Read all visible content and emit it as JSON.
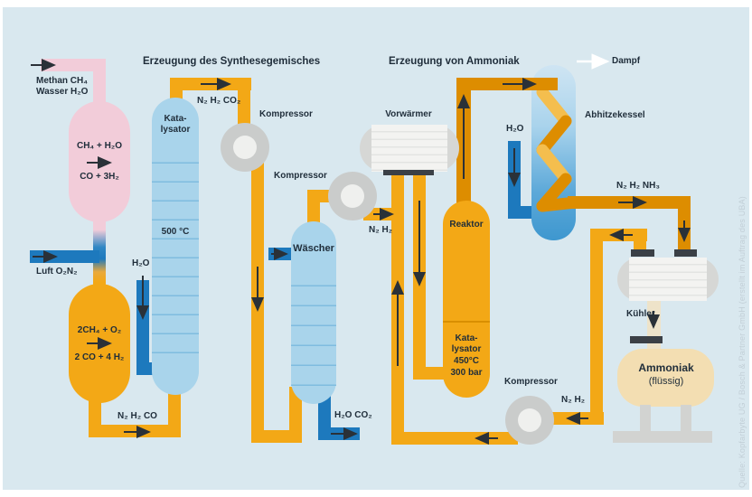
{
  "titles": {
    "synthesis": "Erzeugung des Synthesegemisches",
    "ammonia": "Erzeugung von Ammoniak"
  },
  "labels": {
    "methan": "Methan CH₄",
    "wasser": "Wasser H₂O",
    "luft": "Luft O₂N₂",
    "reformer_eq_top": "CH₄ + H₂O",
    "reformer_eq_bottom": "CO + 3H₂",
    "partialox_eq_top": "2CH₄ + O₂",
    "partialox_eq_bottom": "2 CO + 4 H₂",
    "katalysator_1": "Kata-",
    "katalysator_2": "lysator",
    "katalysator_temp": "500 °C",
    "h2o": "H₂O",
    "syngas_co": "N₂ H₂ CO",
    "syngas_co2": "N₂ H₂ CO₂",
    "kompressor": "Kompressor",
    "waescher": "Wäscher",
    "h2o_co2": "H₂O CO₂",
    "n2_h2": "N₂ H₂",
    "vorwaermer": "Vorwärmer",
    "reaktor": "Reaktor",
    "reaktor_kat_1": "Kata-",
    "reaktor_kat_2": "lysator",
    "reaktor_temp": "450°C",
    "reaktor_pressure": "300 bar",
    "abhitzekessel": "Abhitzekessel",
    "dampf": "Dampf",
    "n2_h2_nh3": "N₂ H₂ NH₃",
    "kuehler": "Kühler",
    "ammoniak_1": "Ammoniak",
    "ammoniak_2": "(flüssig)"
  },
  "watermark": "Quelle: Kopfarbyte UG / Bosch & Partner GmbH (erstellt im Auftrag des UBA)",
  "colors": {
    "background": "#d9e8ef",
    "pipe_yellow": "#f3a816",
    "pipe_hot": "#dd8d00",
    "coil_gold": "#f4be4e",
    "pipe_blue": "#1d79bd",
    "vessel_pink": "#f2ccd9",
    "column_blue": "#a9d4eb",
    "vessel_beige": "#f3deb2",
    "steel_gray": "#cacccb",
    "text": "#1f2d3a"
  }
}
